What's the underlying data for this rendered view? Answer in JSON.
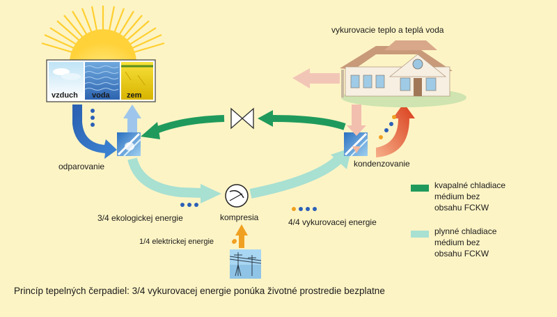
{
  "sources": {
    "air": "vzduch",
    "water": "voda",
    "earth": "zem"
  },
  "labels": {
    "heating": "vykurovacie teplo a teplá voda",
    "evaporation": "odparovanie",
    "condensation": "kondenzovanie",
    "compression": "kompresia",
    "eco_energy": "3/4 ekologickej energie",
    "heating_energy": "4/4 vykurovacej energie",
    "electric_energy": "1/4 elektrickej energie"
  },
  "legend": {
    "liquid": {
      "lines": [
        "kvapalné chladiace",
        "médium bez",
        "obsahu FCKW"
      ],
      "color": "#1f9a5c"
    },
    "gas": {
      "lines": [
        "plynné chladiace",
        "médium bez",
        "obsahu FCKW"
      ],
      "color": "#a8e0d2"
    }
  },
  "caption": "Princíp tepelných čerpadiel: 3/4 vykurovacej energie ponúka životné prostredie bezplatne",
  "colors": {
    "background": "#fdf4c5",
    "sun": "#ffd23a",
    "blue_arrow": "#2b6fbd",
    "red_arrow": "#e2502a",
    "dot_blue": "#2b5fb8",
    "dot_orange": "#f0a020"
  }
}
